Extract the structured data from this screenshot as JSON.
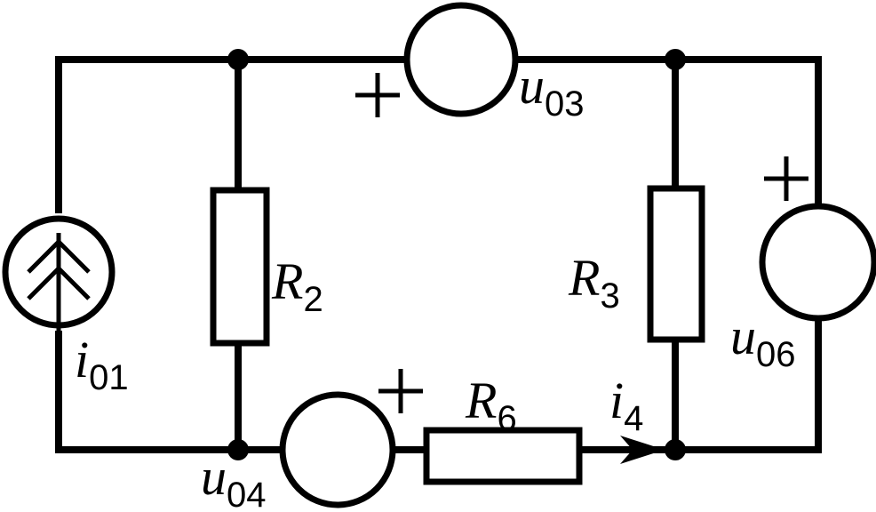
{
  "labels": {
    "R2": {
      "main": "R",
      "sub": "2"
    },
    "R3": {
      "main": "R",
      "sub": "3"
    },
    "R6": {
      "main": "R",
      "sub": "6"
    },
    "u03": {
      "main": "u",
      "sub": "03"
    },
    "u04": {
      "main": "u",
      "sub": "04"
    },
    "u06": {
      "main": "u",
      "sub": "06"
    },
    "i01": {
      "main": "i",
      "sub": "01"
    },
    "i4": {
      "main": "i",
      "sub": "4"
    }
  },
  "colors": {
    "ink": "#000000",
    "background": "#ffffff"
  }
}
